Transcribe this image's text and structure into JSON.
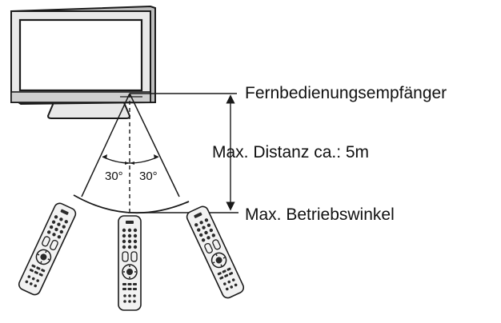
{
  "labels": {
    "receiver": "Fernbedienungsempfänger",
    "distance": "Max. Distanz ca.: 5m",
    "angle": "Max. Betriebswinkel",
    "angle_left": "30°",
    "angle_right": "30°"
  },
  "colors": {
    "line": "#1a1a1a",
    "screen_fill": "#ffffff",
    "bezel_fill": "#e8e8e8",
    "bezel_shade": "#bdbdbd",
    "remote_body": "#f2f2f2",
    "button_fill": "#2a2a2a"
  },
  "icons": {
    "tv": "tv-icon",
    "remote_left": "remote-control-icon",
    "remote_center": "remote-control-icon",
    "remote_right": "remote-control-icon"
  }
}
